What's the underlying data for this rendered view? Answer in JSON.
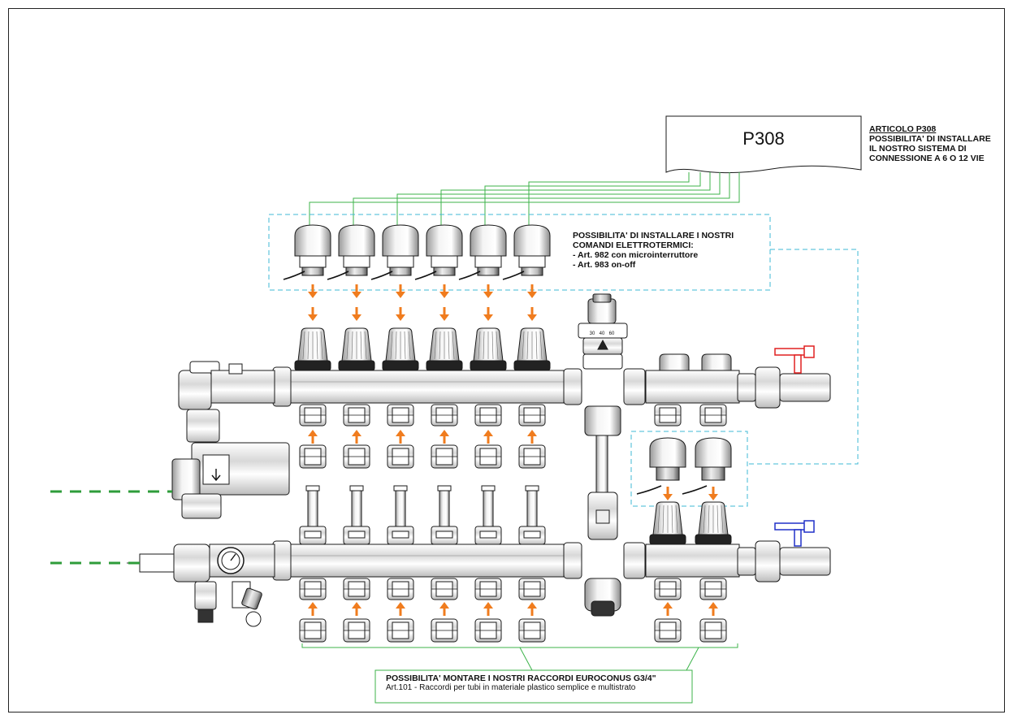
{
  "device": {
    "model_label": "P308"
  },
  "notes": {
    "articolo": [
      "ARTICOLO P308",
      "POSSIBILITA' DI INSTALLARE",
      "IL NOSTRO SISTEMA DI",
      "CONNESSIONE A 6 O 12 VIE"
    ],
    "comandi": [
      "POSSIBILITA' DI INSTALLARE I NOSTRI",
      "COMANDI ELETTROTERMICI:",
      "- Art. 982  con microinterruttore",
      "- Art. 983  on-off"
    ],
    "raccordi": [
      "POSSIBILITA' MONTARE I NOSTRI RACCORDI EUROCONUS G3/4\"",
      "Art.101 - Raccordi per tubi in materiale plastico semplice e multistrato"
    ]
  },
  "thermostat_scale": [
    "30",
    "40",
    "60"
  ],
  "colors": {
    "line": "#1a1a1a",
    "arrow": "#f07c1e",
    "wire_green": "#3cb34a",
    "dash_cyan": "#3fb9d6",
    "pipe_green_dash": "#2e9c3a",
    "valve_red": "#e02020",
    "valve_blue": "#2030c8",
    "note_box_green": "#3cb34a"
  },
  "icons": [
    "arrow-down-icon",
    "arrow-up-icon",
    "pump-flow-arrow-icon",
    "pressure-gauge-icon",
    "thermostatic-head-icon"
  ]
}
